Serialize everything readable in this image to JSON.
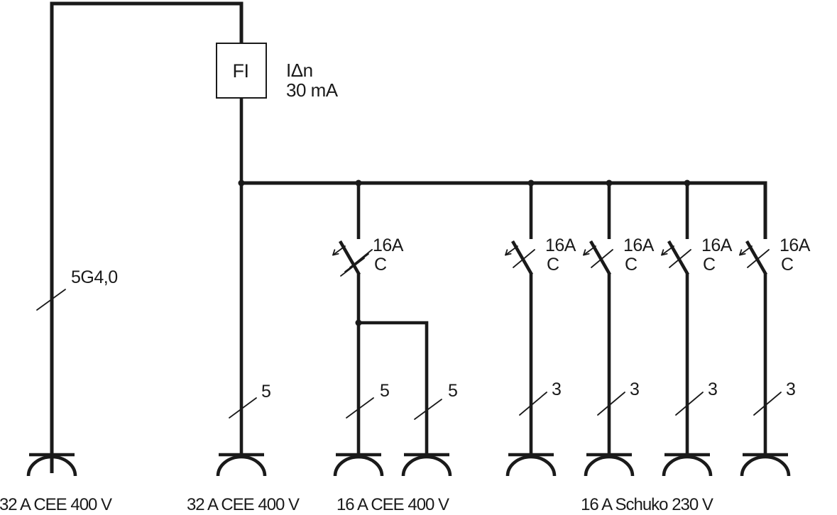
{
  "colors": {
    "line": "#1a1a1a",
    "background": "#ffffff"
  },
  "rcd": {
    "label": "FI",
    "spec1": "IΔn",
    "spec2": "30 mA"
  },
  "supply": {
    "cable": "5G4,0",
    "outlet_label": "32 A CEE 400 V"
  },
  "branch_cee32": {
    "wires": "5",
    "outlet_label": "32 A CEE 400 V"
  },
  "branch_cee16": {
    "breaker": {
      "rating": "16A",
      "curve": "C",
      "poles": 3
    },
    "wires_left": "5",
    "wires_right": "5",
    "outlet_label": "16 A CEE 400 V"
  },
  "branches_schuko": [
    {
      "breaker": {
        "rating": "16A",
        "curve": "C",
        "poles": 1
      },
      "wires": "3"
    },
    {
      "breaker": {
        "rating": "16A",
        "curve": "C",
        "poles": 1
      },
      "wires": "3"
    },
    {
      "breaker": {
        "rating": "16A",
        "curve": "C",
        "poles": 1
      },
      "wires": "3"
    },
    {
      "breaker": {
        "rating": "16A",
        "curve": "C",
        "poles": 1
      },
      "wires": "3"
    }
  ],
  "schuko_outlet_label": "16 A Schuko 230 V"
}
